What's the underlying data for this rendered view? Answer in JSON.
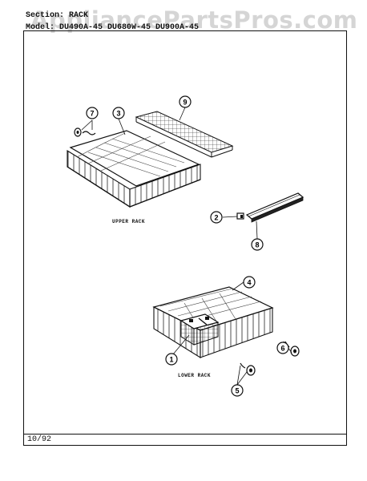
{
  "watermark": "AppliancePartsPros.com",
  "header": {
    "section_label": "Section:",
    "section_value": "RACK",
    "model_label": "Model:",
    "model_value": "DU490A-45   DU680W-45   DU900A-45"
  },
  "labels": {
    "upper_rack": "UPPER RACK",
    "lower_rack": "LOWER RACK"
  },
  "callouts": [
    "1",
    "2",
    "3",
    "4",
    "5",
    "6",
    "7",
    "8",
    "9"
  ],
  "footer": {
    "date": "10/92"
  }
}
